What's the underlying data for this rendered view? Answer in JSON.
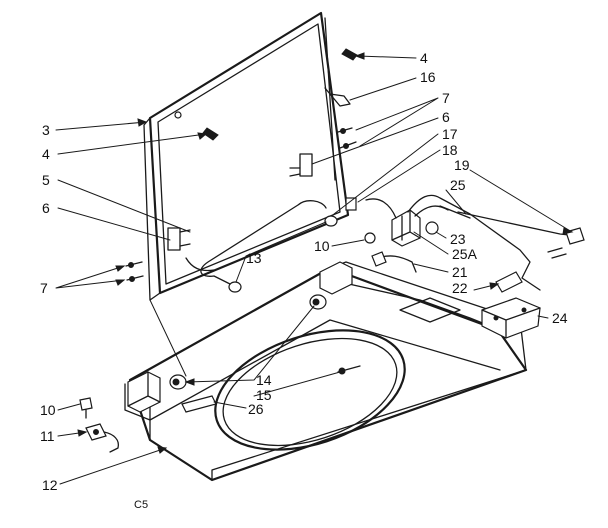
{
  "labels": {
    "l4a": "4",
    "l16": "16",
    "l7a": "7",
    "l3": "3",
    "l6a": "6",
    "l4b": "4",
    "l17": "17",
    "l18": "18",
    "l5": "5",
    "l19": "19",
    "l25": "25",
    "l6b": "6",
    "l23": "23",
    "l10a": "10",
    "l13": "13",
    "l25a": "25A",
    "l7b": "7",
    "l21": "21",
    "l22": "22",
    "l24": "24",
    "l14": "14",
    "l15": "15",
    "l10b": "10",
    "l26": "26",
    "l11": "11",
    "l12": "12"
  },
  "caption": "C5"
}
